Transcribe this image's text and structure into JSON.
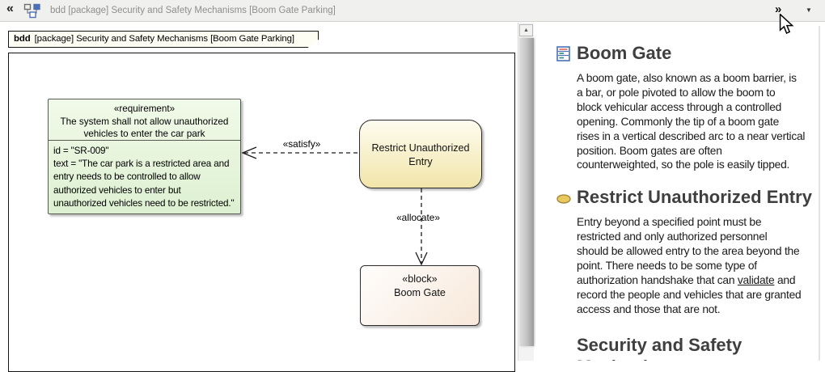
{
  "toolbar": {
    "collapse_icon": "«",
    "title": "bdd [package] Security and Safety Mechanisms [Boom Gate Parking]",
    "expand_icon": "»",
    "dropdown_icon": "▼"
  },
  "diagram": {
    "frame_label": {
      "kind": "bdd",
      "rest": "[package] Security and Safety Mechanisms [Boom Gate Parking]"
    },
    "requirement": {
      "stereotype_and_name": "«requirement»\nThe system shall not allow unauthorized\nvehicles to enter the car park",
      "body": "id = \"SR-009\"\ntext = \"The car park is a restricted area and\nentry needs to be controlled to allow\nauthorized vehicles to enter but\nunauthorized vehicles need to be restricted.\""
    },
    "usecase": {
      "name": "Restrict Unauthorized\nEntry"
    },
    "block": {
      "stereotype": "«block»",
      "name": "Boom Gate"
    },
    "connectors": {
      "satisfy_label": "«satisfy»",
      "allocate_label": "«allocate»"
    }
  },
  "panel": {
    "sections": [
      {
        "title": "Boom Gate",
        "icon": "block-element-icon",
        "body": "A boom gate, also known as a boom barrier, is\na bar, or pole pivoted to allow the boom to\nblock vehicular access through a controlled\nopening. Commonly the tip of a boom gate\nrises in a vertical described arc to a near vertical\nposition. Boom gates are often\ncounterweighted, so the pole is easily tipped."
      },
      {
        "title": "Restrict Unauthorized Entry",
        "icon": "usecase-icon",
        "body_before": "Entry beyond a specified point must be\nrestricted and only authorized personnel\nshould be allowed entry to the area beyond the\npoint. There needs to be some type of\nauthorization handshake that can ",
        "body_link": "validate",
        "body_after": " and\nrecord the people and vehicles that are granted\naccess and those that are not."
      },
      {
        "title": "Security and Safety Mechanisms"
      }
    ]
  },
  "colors": {
    "toolbar_bg": "#f0f0ee",
    "title_text": "#8e8e8e",
    "requirement_fill_top": "#f1fae9",
    "requirement_fill_bottom": "#ddf0d1",
    "requirement_border": "#555b50",
    "usecase_fill_top": "#fefcf0",
    "usecase_fill_bottom": "#f1e5a9",
    "block_fill_top": "#fefdfc",
    "block_fill_bottom": "#f8e8da",
    "node_border": "#2b2b2b",
    "heading_text": "#3f3f3f",
    "body_text": "#1a1a1a"
  }
}
